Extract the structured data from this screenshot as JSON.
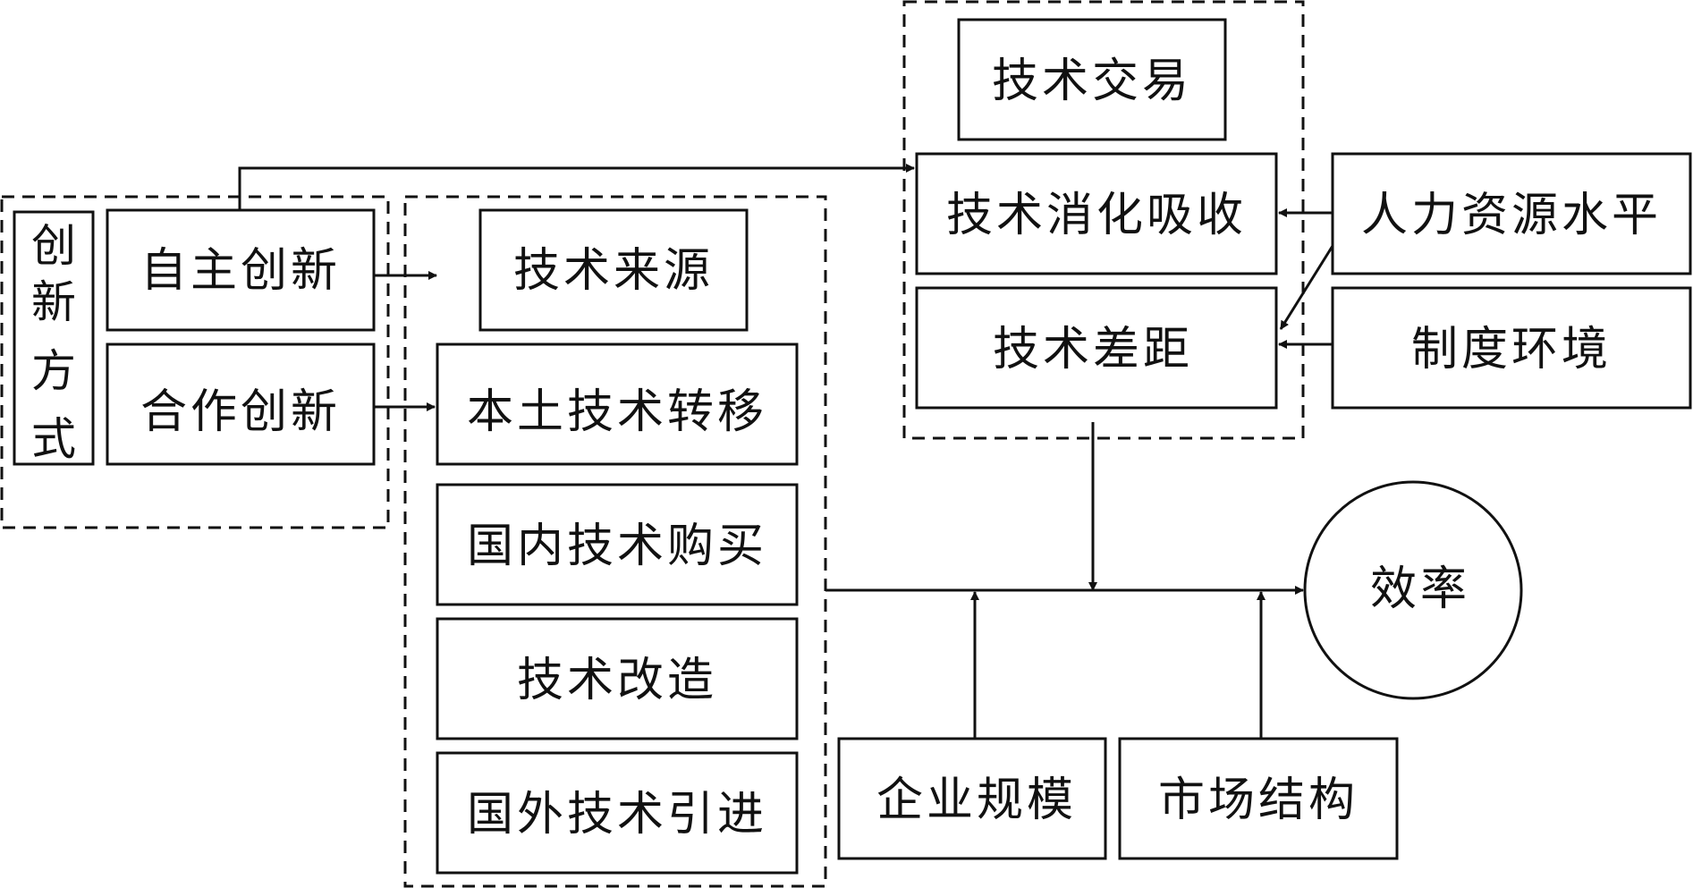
{
  "innovation_group": {
    "title_chars": [
      "创",
      "新",
      "方",
      "式"
    ],
    "items": [
      "自主创新",
      "合作创新"
    ]
  },
  "tech_source_group": {
    "header": "技术来源",
    "items": [
      "本土技术转移",
      "国内技术购买",
      "技术改造",
      "国外技术引进"
    ]
  },
  "tech_transaction_group": {
    "header": "技术交易",
    "items": [
      "技术消化吸收",
      "技术差距"
    ]
  },
  "factors": {
    "human_resources": "人力资源水平",
    "institutional_environment": "制度环境",
    "firm_size": "企业规模",
    "market_structure": "市场结构"
  },
  "outcome": "效率"
}
